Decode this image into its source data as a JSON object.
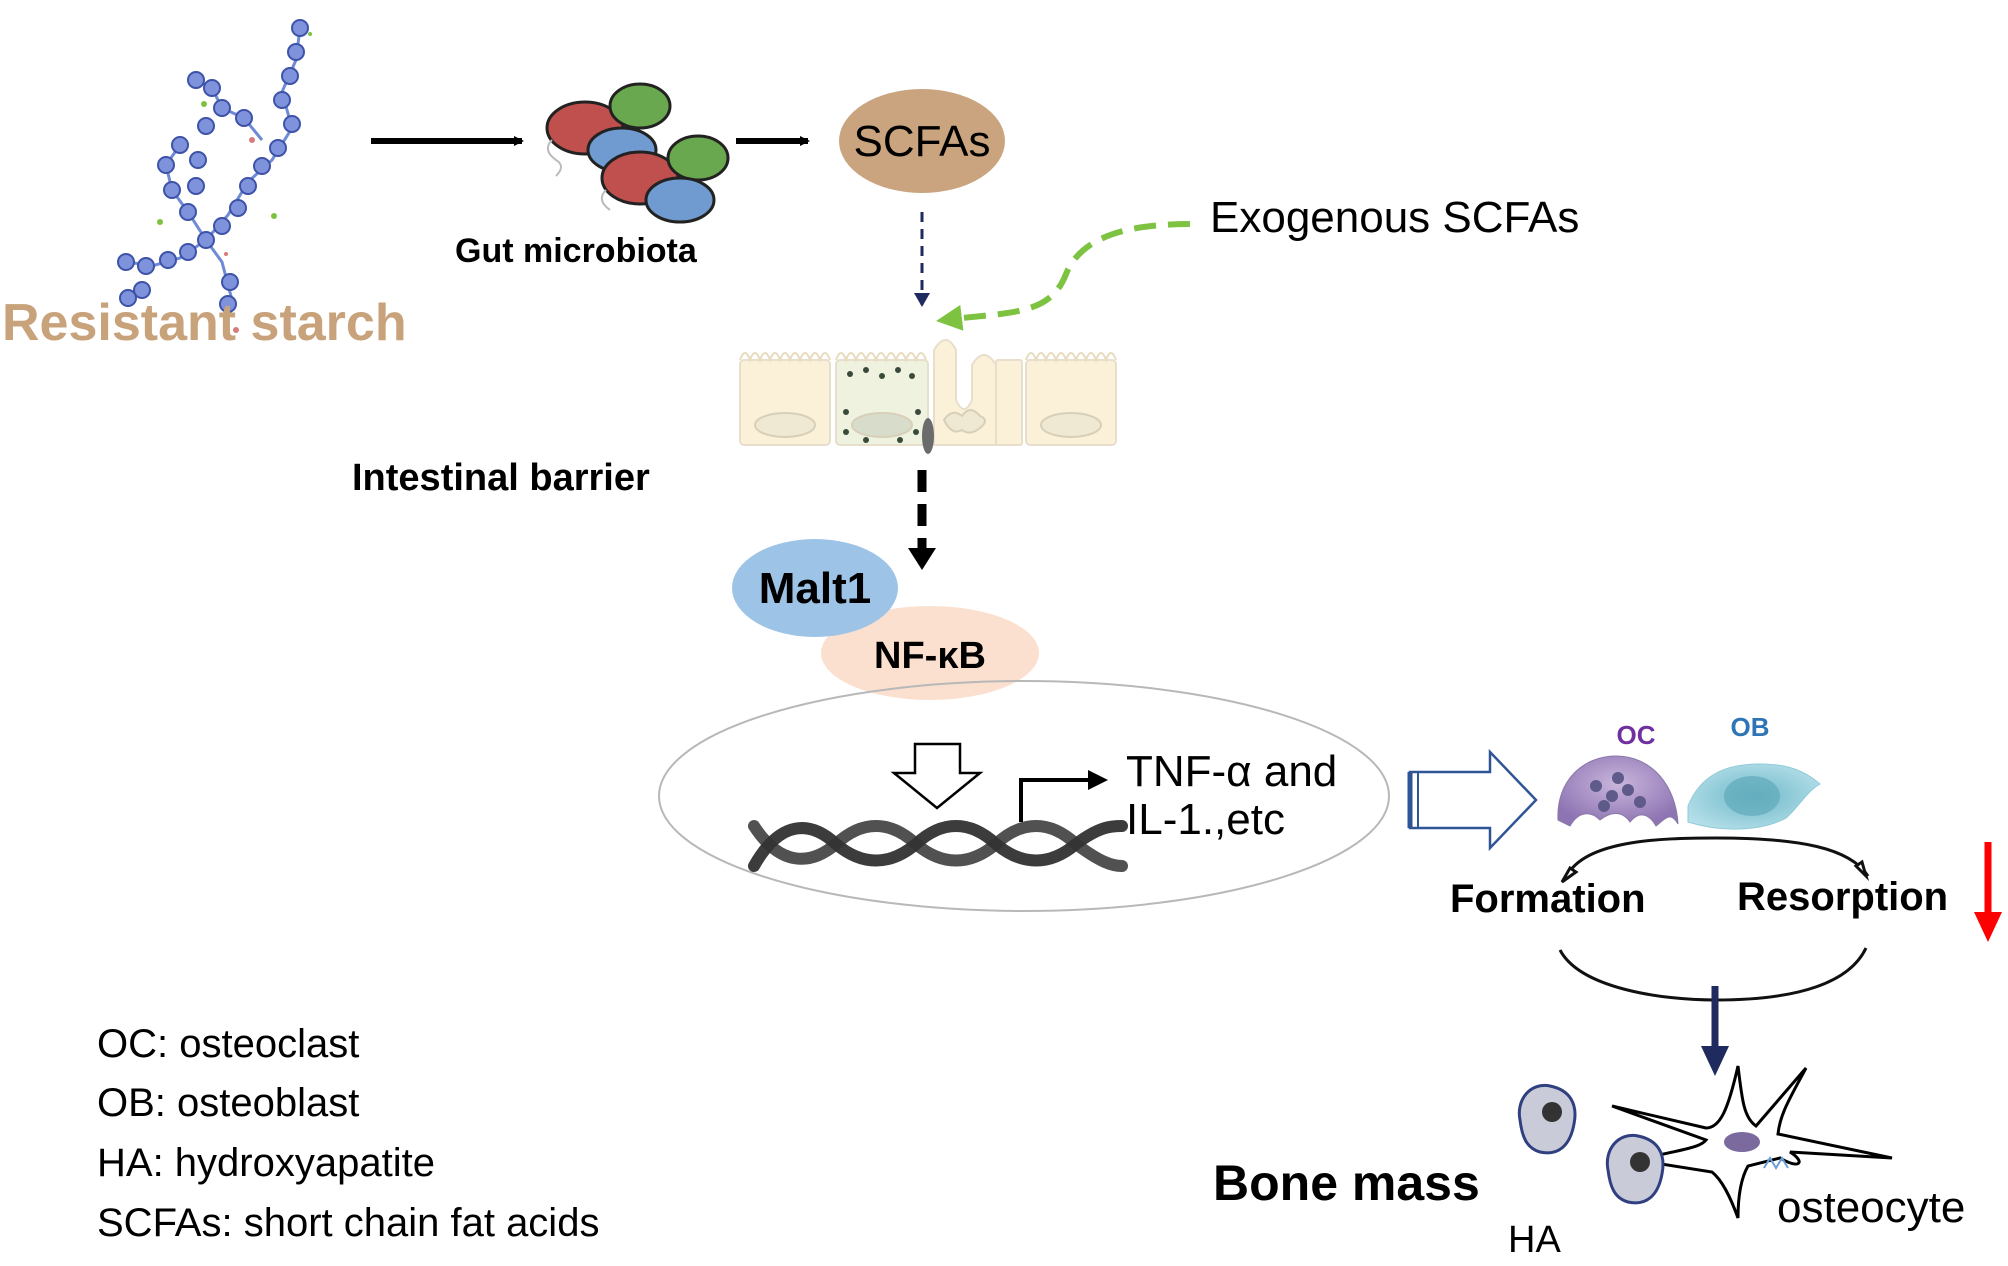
{
  "source": {
    "label": "Resistant starch",
    "color": "#c8a27a"
  },
  "microbiota": {
    "label": "Gut microbiota"
  },
  "scfas": {
    "label": "SCFAs",
    "color": "#c9a47e"
  },
  "exogenous": {
    "label": "Exogenous SCFAs",
    "arrow_color": "#7dc241"
  },
  "barrier": {
    "label": "Intestinal barrier"
  },
  "signaling": {
    "malt1": {
      "label": "Malt1",
      "color": "#9dc3e6"
    },
    "nfkb": {
      "label": "NF-κB",
      "color": "#fbe0d0"
    }
  },
  "nucleus": {
    "output_line1": "TNF-α and",
    "output_line2": "IL-1.,etc"
  },
  "cells": {
    "oc": {
      "label": "OC",
      "color": "#7030a0"
    },
    "ob": {
      "label": "OB",
      "color": "#2e75b6"
    }
  },
  "cycle": {
    "formation": "Formation",
    "resorption": "Resorption",
    "decrease_arrow_color": "#ff0000"
  },
  "outcome": {
    "bone_mass": "Bone mass",
    "ha": "HA",
    "osteocyte": "osteocyte"
  },
  "legend": [
    {
      "text": "OC: osteoclast"
    },
    {
      "text": "OB: osteoblast"
    },
    {
      "text": "HA: hydroxyapatite"
    },
    {
      "text": "SCFAs: short chain fat acids"
    }
  ]
}
